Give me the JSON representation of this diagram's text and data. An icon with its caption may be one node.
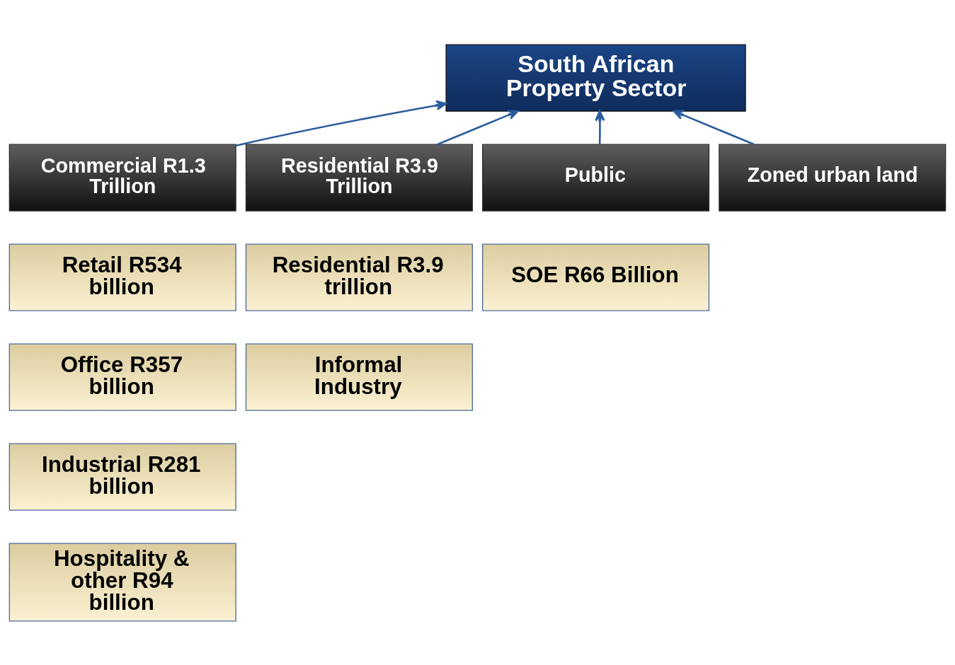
{
  "diagram": {
    "nodes": [
      {
        "text": [
          "South African Property Sector"
        ]
      },
      {
        "text": [
          "Commercial R1.3 Trillion"
        ]
      },
      {
        "text": [
          "Residential R3.9 Trillion"
        ]
      },
      {
        "text": [
          "Public"
        ]
      },
      {
        "text": [
          "Zoned urban land"
        ]
      },
      {
        "text": [
          "Retail R534 billion"
        ]
      },
      {
        "text": [
          "Residential R3.9 trillion"
        ]
      },
      {
        "text": [
          "SOE R66 Billion"
        ]
      },
      {
        "text": [
          "Office R357 billion"
        ]
      },
      {
        "text": [
          "Informal Industry"
        ]
      },
      {
        "text": [
          "Industrial R281 billion"
        ]
      },
      {
        "text": [
          "Hospitality & other R94 billion"
        ]
      }
    ],
    "edges": [
      {
        "from": 1,
        "to": 0,
        "arrow": "to"
      },
      {
        "from": 2,
        "to": 0,
        "arrow": "to"
      },
      {
        "from": 3,
        "to": 0,
        "arrow": "to"
      },
      {
        "from": 4,
        "to": 0,
        "arrow": "to"
      }
    ]
  }
}
